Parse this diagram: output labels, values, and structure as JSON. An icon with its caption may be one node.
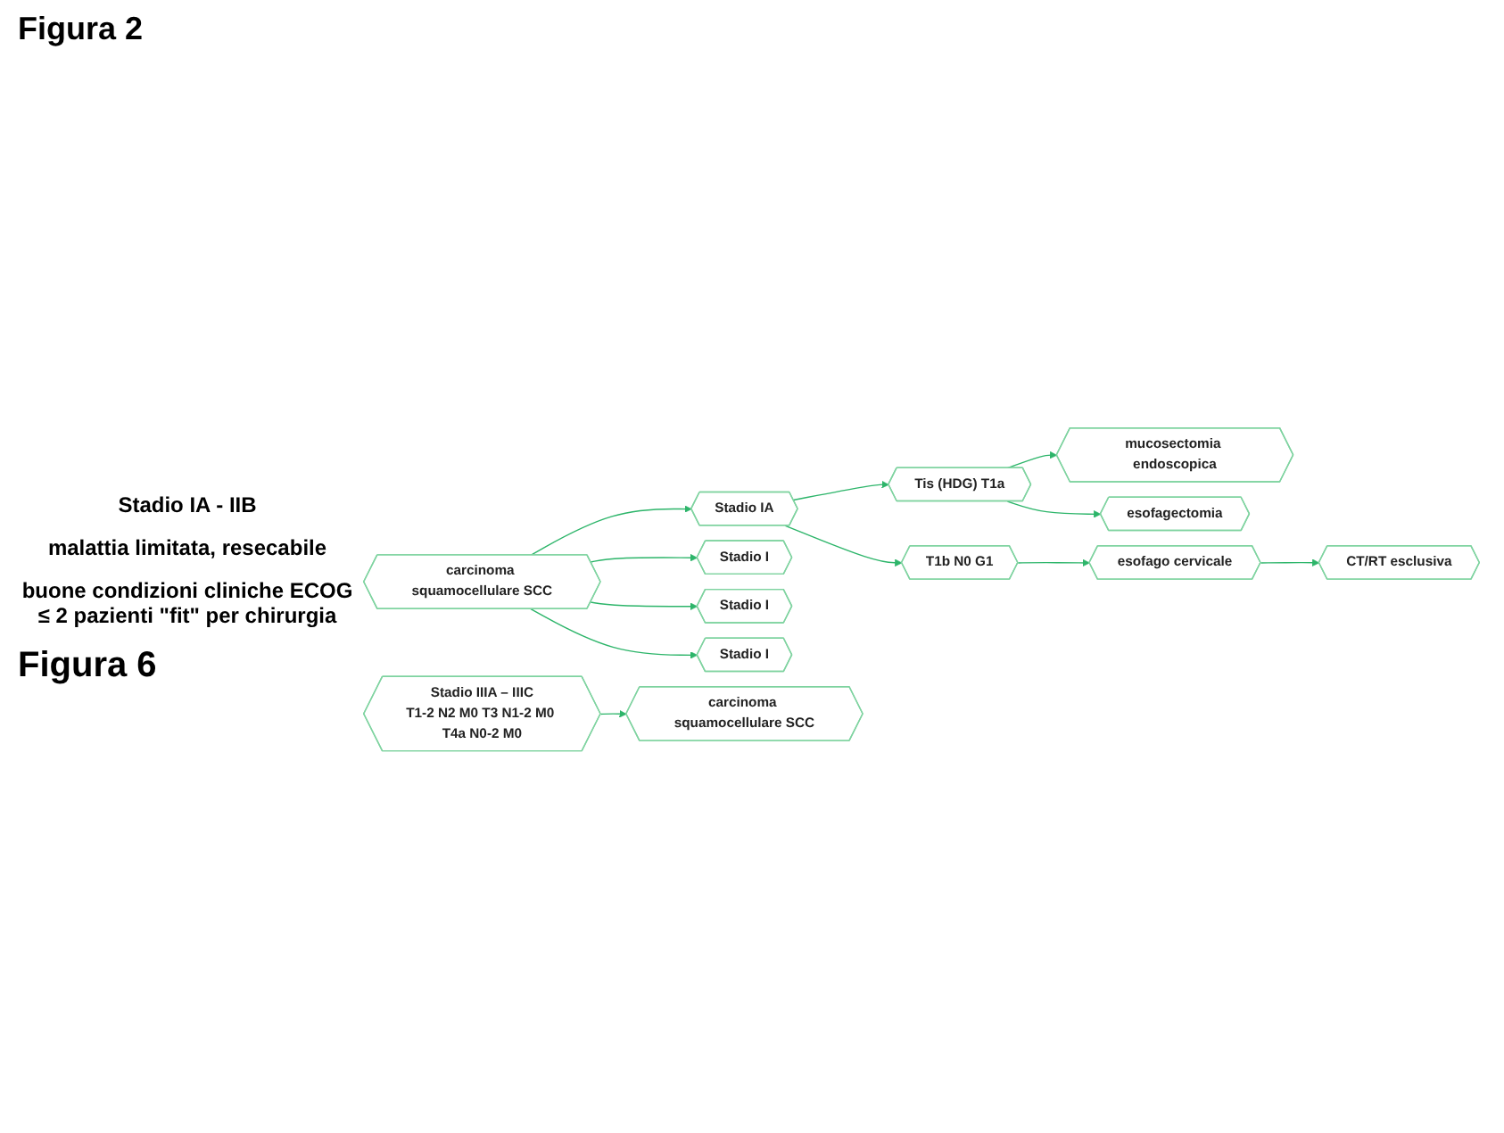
{
  "diagram": {
    "title": "Figura 2",
    "nodes": [
      {
        "text": [
          "carcinoma squamocellulare SCC"
        ]
      },
      {
        "text": [
          "Stadio IA"
        ]
      },
      {
        "text": [
          "Tis (HDG) T1a"
        ]
      },
      {
        "text": [
          "mucosectomia endoscopica"
        ]
      },
      {
        "text": [
          "esofagectomia"
        ]
      },
      {
        "text": [
          "T1b N0 G1"
        ]
      },
      {
        "text": [
          "esofago cervicale"
        ]
      },
      {
        "text": [
          "CT/RT esclusiva"
        ]
      },
      {
        "text": [
          "Stadio I"
        ]
      },
      {
        "text": [
          "Stadio I"
        ]
      },
      {
        "text": [
          "Stadio I"
        ]
      },
      {
        "text": [
          "Stadio IIIA – IIIC",
          "T1-2 N2 M0 T3 N1-2 M0 T4a N0-2 M0"
        ]
      },
      {
        "text": [
          "carcinoma squamocellulare SCC"
        ]
      }
    ],
    "edges": [
      {
        "from": 0,
        "to": 1,
        "arrow": "to"
      },
      {
        "from": 0,
        "to": 8,
        "arrow": "to"
      },
      {
        "from": 0,
        "to": 9,
        "arrow": "to"
      },
      {
        "from": 0,
        "to": 10,
        "arrow": "to"
      },
      {
        "from": 1,
        "to": 2,
        "arrow": "to"
      },
      {
        "from": 1,
        "to": 5,
        "arrow": "to"
      },
      {
        "from": 2,
        "to": 3,
        "arrow": "to"
      },
      {
        "from": 2,
        "to": 4,
        "arrow": "to"
      },
      {
        "from": 5,
        "to": 6,
        "arrow": "to"
      },
      {
        "from": 6,
        "to": 7,
        "arrow": "to"
      },
      {
        "from": 11,
        "to": 12,
        "arrow": "to"
      }
    ],
    "labels": [
      "Stadio IA - IIB",
      "malattia limitata, resecabile",
      "buone condizioni cliniche ECOG ≤ 2 pazienti \"fit\" per chirurgia",
      "Figura 6"
    ]
  }
}
